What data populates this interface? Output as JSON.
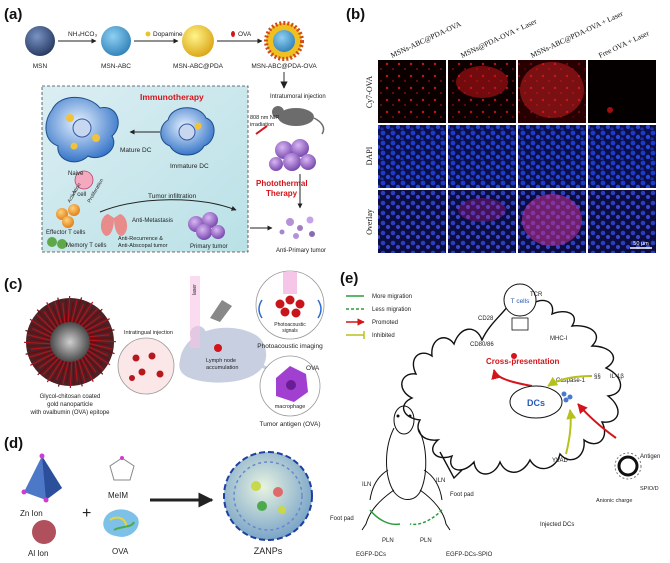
{
  "panel_a": {
    "label": "(a)",
    "steps": [
      "MSN",
      "MSN-ABC",
      "MSN-ABC@PDA",
      "MSN-ABC@PDA-OVA"
    ],
    "reagents": [
      "NH₄HCO₃",
      "Dopamine",
      "OVA"
    ],
    "immunotherapy": "Immunotherapy",
    "intratumoral": "Intratumoral injection",
    "nir1": "808 nm NIR",
    "nir2": "irradiation",
    "photothermal1": "Photothermal",
    "photothermal2": "Therapy",
    "mature_dc": "Mature DC",
    "immature_dc": "Immature DC",
    "naive1": "Naive",
    "naive2": "T cell",
    "activation": "Activation",
    "proliferation": "Proliferation",
    "tumor_infiltration": "Tumor infiltration",
    "effector": "Effector T cells",
    "memory": "Memory T cells",
    "anti_metastasis": "Anti-Metastasis",
    "anti_recurrence1": "Anti-Recurrence &",
    "anti_recurrence2": "Anti-Abscopal tumor",
    "primary_tumor": "Primary tumor",
    "anti_primary": "Anti-Primary tumor"
  },
  "panel_b": {
    "label": "(b)",
    "columns": [
      "MSNs-ABC@PDA-OVA",
      "MSNs@PDA-OVA + Laser",
      "MSNs-ABC@PDA-OVA + Laser",
      "Free OVA + Laser"
    ],
    "rows": [
      "Cy7-OVA",
      "DAPI",
      "Overlay"
    ],
    "scale": "50 μm"
  },
  "panel_c": {
    "label": "(c)",
    "laser": "laser",
    "np1": "Glycol-chitosan coated",
    "np2": "gold nanoparticle",
    "np3": "with ovalbumin (OVA) epitope",
    "injection": "Intratingual injection",
    "lymph1": "Lymph node",
    "lymph2": "accumulation",
    "signals1": "Photoacoustic",
    "signals2": "signals",
    "imaging": "Photoacoustic imaging",
    "ova": "OVA",
    "macrophage": "macrophage",
    "antigen": "Tumor antigen (OVA)"
  },
  "panel_d": {
    "label": "(d)",
    "zn": "Zn Ion",
    "al": "Al Ion",
    "melm": "MeIM",
    "ova": "OVA",
    "plus": "+",
    "product": "ZANPs"
  },
  "panel_e": {
    "label": "(e)",
    "legend": [
      "More migration",
      "Less migration",
      "Promoted",
      "Inhibited"
    ],
    "tcr": "TCR",
    "tcells": "T cells",
    "cd28": "CD28",
    "mhc": "MHC-I",
    "cd80": "CD80/86",
    "cross": "Cross-presentation",
    "caspase": "Caspase-1",
    "il": "IL-1β",
    "ss": "§§",
    "dcs": "DCs",
    "antigen": "Antigen",
    "spio": "SPIO/D",
    "anionic": "Anionic charge",
    "yvad": "YVAD",
    "injected": "Injected DCs",
    "iln_l": "ILN",
    "iln_r": "ILN",
    "foot_l": "Foot pad",
    "foot_r": "Foot pad",
    "pln_l": "PLN",
    "pln_r": "PLN",
    "egfp_l": "EGFP-DCs",
    "egfp_r": "EGFP-DCs-SPIO"
  },
  "colors": {
    "red": "#d4141a",
    "green": "#2a9d3a",
    "olive": "#b6c21b",
    "dapi_blue": "#1730b8",
    "dc_blue": "#2f6db5",
    "tumor_purple": "#8a5bc0"
  }
}
